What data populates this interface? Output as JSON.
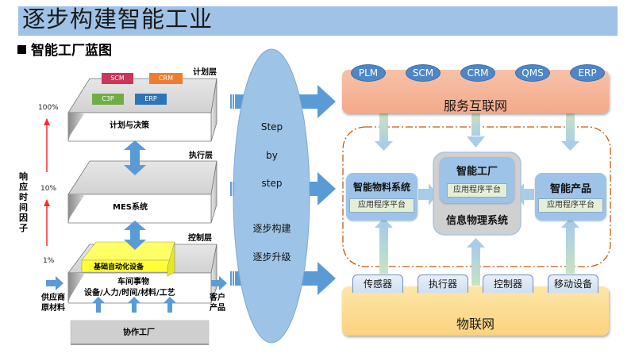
{
  "header": {
    "title": "逐步构建智能工业",
    "subtitle": "智能工厂蓝图"
  },
  "colors": {
    "title_bar": "#9fc2e6",
    "arrow_blue": "#5b9bd5",
    "response_arrow": "#ff2a2a",
    "scm": "#c9375a",
    "crm": "#ed7d31",
    "c3p": "#70ad47",
    "erp": "#2e75b6",
    "automation": "#ffff33",
    "service_internet": "#f4a98a",
    "iot": "#fcd27f",
    "cps_border": "#c55a11"
  },
  "left_diagram": {
    "axis_label": "响应时间因子",
    "percentages": [
      "100%",
      "10%",
      "1%"
    ],
    "layers": [
      {
        "layer_label": "计划层",
        "box_label": "计划与决策",
        "systems": [
          "SCM",
          "CRM",
          "C3P",
          "ERP"
        ]
      },
      {
        "layer_label": "执行层",
        "box_label": "MES系统"
      },
      {
        "layer_label": "控制层",
        "box_label_line1": "车间事物",
        "box_label_line2": "设备/人力/时间/材料/工艺",
        "automation_label": "基础自动化设备"
      }
    ],
    "input_label": [
      "供应商",
      "原材料"
    ],
    "output_label": [
      "客户",
      "产品"
    ],
    "partner_factory": "协作工厂"
  },
  "middle": {
    "lines": [
      "Step",
      "by",
      "step",
      "逐步构建",
      "逐步升级"
    ]
  },
  "right_diagram": {
    "service_internet": {
      "label": "服务互联网",
      "systems": [
        "PLM",
        "SCM",
        "CRM",
        "QMS",
        "ERP"
      ]
    },
    "cps": {
      "label": "信息物理系统",
      "nodes": [
        {
          "title": "智能物料系统",
          "platform": "应用程序平台"
        },
        {
          "title": "智能工厂",
          "platform": "应用程序平台"
        },
        {
          "title": "智能产品",
          "platform": "应用程序平台"
        }
      ]
    },
    "iot": {
      "label": "物联网",
      "devices": [
        "传感器",
        "执行器",
        "控制器",
        "移动设备"
      ]
    }
  }
}
